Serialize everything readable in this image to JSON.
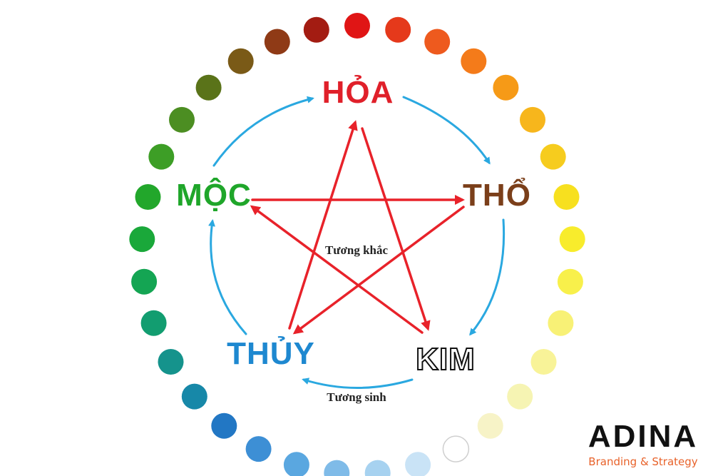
{
  "elements": {
    "hoa": {
      "label": "HỎA",
      "color": "#e0202a"
    },
    "tho": {
      "label": "THỔ",
      "color": "#7b3f1a"
    },
    "kim": {
      "label": "KIM",
      "color": "#111111"
    },
    "thuy": {
      "label": "THỦY",
      "color": "#1e88d0"
    },
    "moc": {
      "label": "MỘC",
      "color": "#1fa62a"
    }
  },
  "labels": {
    "khac": "Tương khắc",
    "sinh": "Tương sinh"
  },
  "colors": {
    "sinh_arrow": "#2aa8e0",
    "khac_arrow": "#e8222a"
  },
  "color_wheel": [
    "#e01515",
    "#e5391b",
    "#ee5a1e",
    "#f47b1a",
    "#f69a17",
    "#f7b61c",
    "#f6cc1e",
    "#f7e01f",
    "#f8ec2c",
    "#f8f04b",
    "#f8f176",
    "#f8f398",
    "#f6f4b3",
    "#f7f3c7",
    "#ffffff",
    "#c9e3f6",
    "#a7d2f0",
    "#7fbbe8",
    "#5aa7e0",
    "#3d8fd5",
    "#2277c4",
    "#1788a8",
    "#15938c",
    "#129d70",
    "#14a553",
    "#1aa83a",
    "#22a72b",
    "#3d9e26",
    "#4c8e22",
    "#5a7319",
    "#7a5a17",
    "#8f3a16",
    "#a31c12"
  ],
  "logo": {
    "name": "ADINA",
    "tagline": "Branding & Strategy",
    "accent": "#e8622a"
  }
}
